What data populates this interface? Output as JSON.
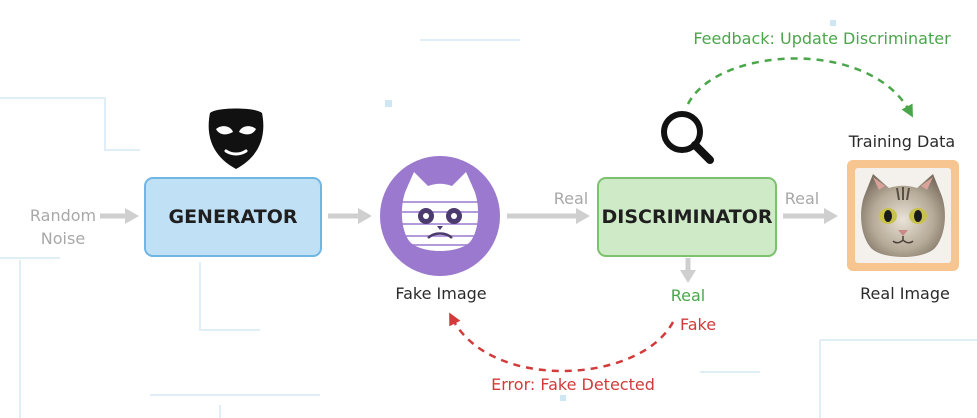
{
  "nodes": {
    "random_noise": [
      "Random",
      "Noise"
    ],
    "generator": "GENERATOR",
    "fake_image": "Fake Image",
    "discriminator": "DISCRIMINATOR",
    "training_data": "Training Data",
    "real_image": "Real Image"
  },
  "edges": {
    "real_in": "Real",
    "real_out": "Real",
    "verdict_real": "Real",
    "verdict_fake": "Fake",
    "feedback": "Feedback: Update Discriminater",
    "error": "Error: Fake Detected"
  },
  "icons": {
    "generator": "mask-icon",
    "discriminator": "magnifier-icon"
  },
  "colors": {
    "generator_fill": "#bfe0f5",
    "generator_stroke": "#6fb6e3",
    "discriminator_fill": "#cfeac6",
    "discriminator_stroke": "#7cc26e",
    "fake_circle": "#9a79cf",
    "training_frame": "#f7c58f",
    "feedback": "#4ba64b",
    "error": "#d33a3a",
    "arrow_gray": "#cfcfcf"
  }
}
